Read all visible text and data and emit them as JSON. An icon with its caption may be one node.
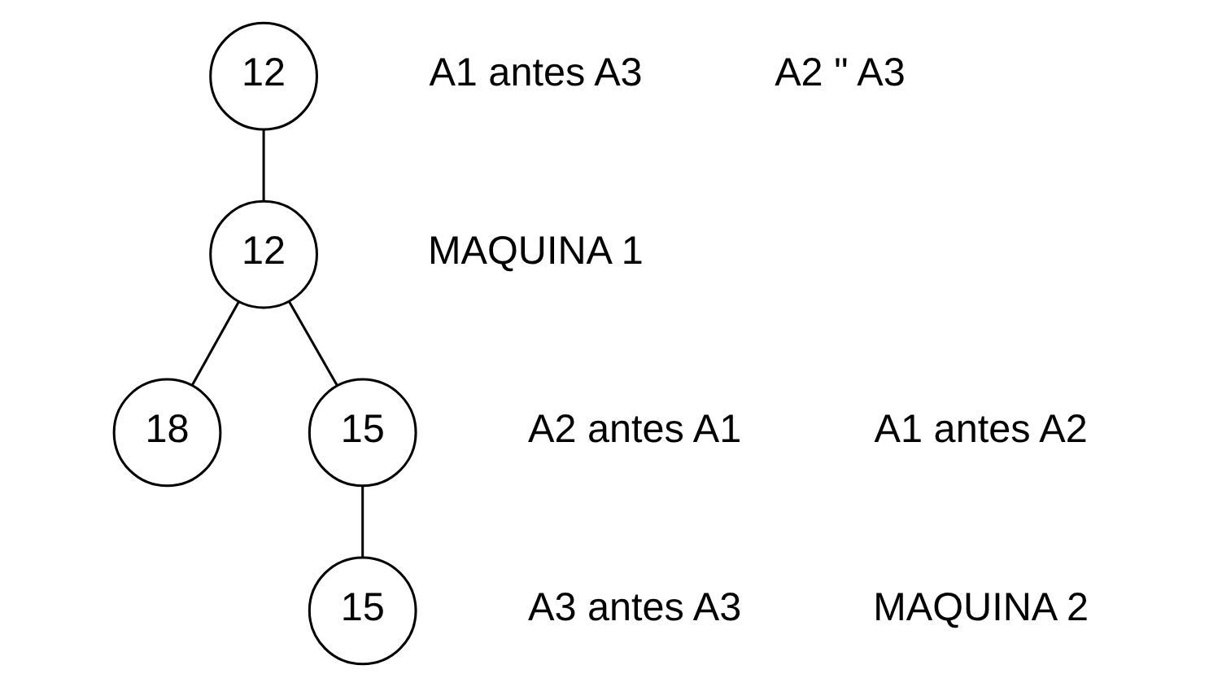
{
  "diagram": {
    "nodes": [
      {
        "text": [
          "12"
        ]
      },
      {
        "text": [
          "12"
        ]
      },
      {
        "text": [
          "18"
        ]
      },
      {
        "text": [
          "15"
        ]
      },
      {
        "text": [
          "15"
        ]
      }
    ],
    "edges": [
      {
        "from": 0,
        "to": 1,
        "arrow": "none"
      },
      {
        "from": 1,
        "to": 2,
        "arrow": "none"
      },
      {
        "from": 1,
        "to": 3,
        "arrow": "none"
      },
      {
        "from": 3,
        "to": 4,
        "arrow": "none"
      }
    ],
    "labels": [
      "A1 antes A3",
      "A2 \" A3",
      "MAQUINA 1",
      "A1 antes A2",
      "A2 antes A1",
      "A3 antes A3",
      "MAQUINA 2"
    ]
  }
}
